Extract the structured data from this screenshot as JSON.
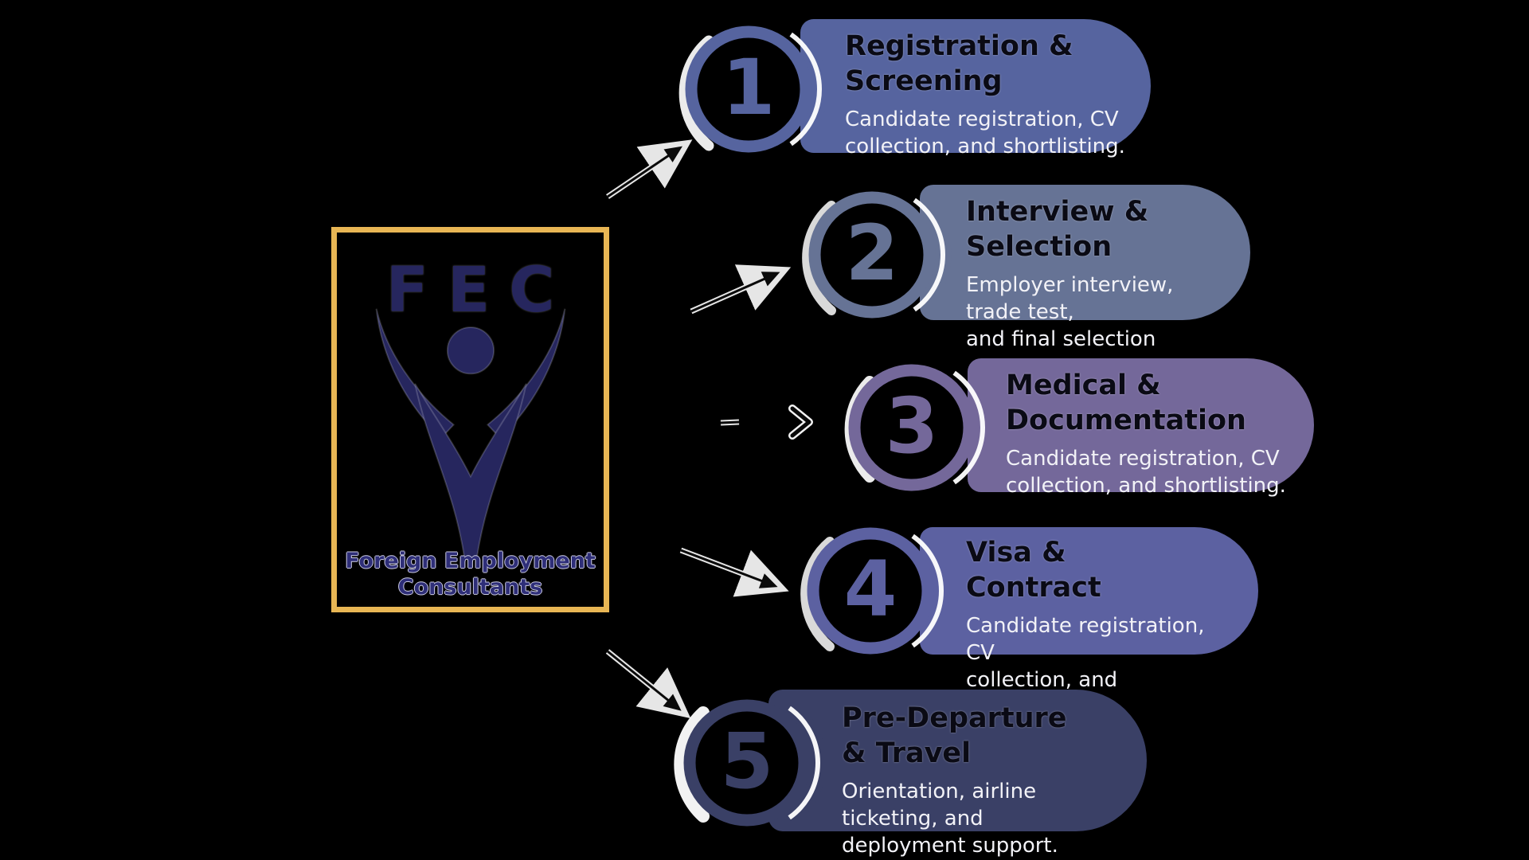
{
  "logo": {
    "acronym": "FEC",
    "name_line1": "Foreign Employment",
    "name_line2": "Consultants",
    "border_color": "#E8B654",
    "text_color": "#26265E",
    "figure_color": "#26265E"
  },
  "colors": {
    "background": "#000000",
    "title_text": "#0a0a14",
    "desc_text": "#f2f2f7"
  },
  "steps": [
    {
      "number": "1",
      "title_line1": "Registration &",
      "title_line2": "Screening",
      "desc_line1": "Candidate registration, CV",
      "desc_line2": "collection, and shortlisting.",
      "color": "#56649F"
    },
    {
      "number": "2",
      "title_line1": "Interview &",
      "title_line2": "Selection",
      "desc_line1": "Employer interview, trade test,",
      "desc_line2": "and final selection",
      "color": "#667395"
    },
    {
      "number": "3",
      "title_line1": "Medical &",
      "title_line2": "Documentation",
      "desc_line1": "Candidate registration, CV",
      "desc_line2": "collection, and shortlisting.",
      "color": "#74689A"
    },
    {
      "number": "4",
      "title_line1": "Visa &",
      "title_line2": "Contract",
      "desc_line1": "Candidate registration, CV",
      "desc_line2": "collection, and shortlisting.",
      "color": "#5C61A1"
    },
    {
      "number": "5",
      "title_line1": "Pre-Departure",
      "title_line2": "& Travel",
      "desc_line1": "Orientation, airline ticketing, and",
      "desc_line2": "deployment support.",
      "color": "#3A4066"
    }
  ]
}
